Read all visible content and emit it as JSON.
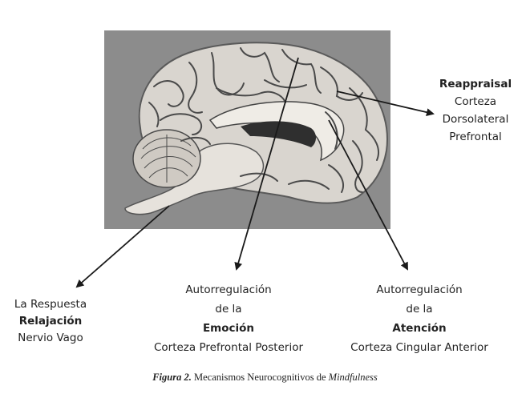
{
  "labels": {
    "reappraisal": {
      "title": "Reappraisal",
      "line1": "Corteza",
      "line2": "Dorsolateral",
      "line3": "Prefrontal"
    },
    "relajacion": {
      "line1": "La Respuesta",
      "title": "Relajación",
      "line2": "Nervio Vago"
    },
    "emocion": {
      "line1": "Autorregulación",
      "line2": "de la",
      "title": "Emoción",
      "line3": "Corteza Prefrontal Posterior"
    },
    "atencion": {
      "line1": "Autorregulación",
      "line2": "de la",
      "title": "Atención",
      "line3": "Corteza Cingular Anterior"
    }
  },
  "caption": {
    "figure_label": "Figura 2.",
    "text": " Mecanismos Neurocognitivos de ",
    "italic_term": "Mindfulness"
  },
  "colors": {
    "photo_background": "#8c8c8c",
    "brain_tissue": "#d9d5cf",
    "sulci": "#4a4a4a",
    "arrow": "#1a1a1a"
  }
}
